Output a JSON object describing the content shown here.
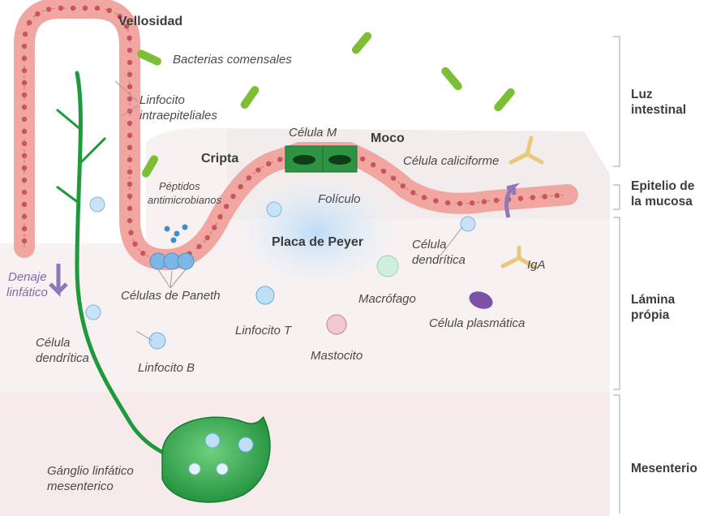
{
  "labels": {
    "vellosidad": "Vellosidad",
    "bacterias": "Bacterias comensales",
    "linfocito_intra_1": "Linfocito",
    "linfocito_intra_2": "intraepiteliales",
    "cripta": "Cripta",
    "celula_m": "Célula M",
    "moco": "Moco",
    "celula_caliciforme": "Célula caliciforme",
    "peptidos_1": "Péptidos",
    "peptidos_2": "antimicrobianos",
    "foliculo": "Folículo",
    "placa_peyer": "Placa de Peyer",
    "denaje_1": "Denaje",
    "denaje_2": "linfático",
    "celula_dendritica_1": "Célula",
    "celula_dendritica_2": "dendrítica",
    "celulas_paneth": "Células de Paneth",
    "macrofago": "Macrófago",
    "iga": "IgA",
    "celula_plasmatica": "Célula plasmática",
    "linfocito_t": "Linfocito T",
    "mastocito": "Mastocito",
    "celula_dendritica_left_1": "Célula",
    "celula_dendritica_left_2": "dendrítica",
    "linfocito_b": "Linfocito B",
    "ganglio_1": "Gánglio linfático",
    "ganglio_2": "mesenterico"
  },
  "layers": {
    "luz_1": "Luz",
    "luz_2": "intestinal",
    "epitelio_1": "Epitelio de",
    "epitelio_2": "la mucosa",
    "lamina_1": "Lámina",
    "lamina_2": "própia",
    "mesenterio": "Mesenterio"
  },
  "colors": {
    "epithelium": "#f2aaa5",
    "epithelium_edge": "#d46c6c",
    "lymph": "#1e9a3c",
    "bacteria": "#7cbf34",
    "m_cell": "#2e8b3a",
    "peyer": "#cfe6f7",
    "mesentery": "#f6e9ea",
    "arrow": "#8a79bd"
  }
}
